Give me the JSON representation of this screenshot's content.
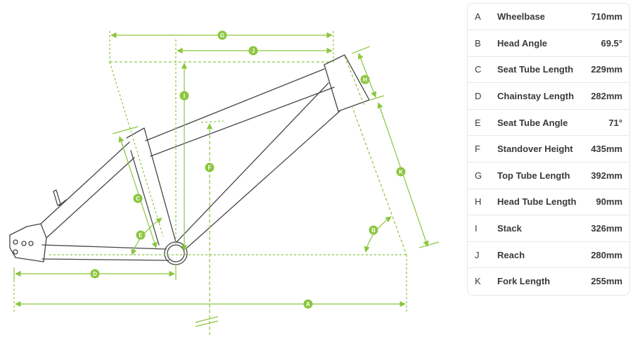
{
  "diagram": {
    "marker_labels": {
      "A": "A",
      "B": "B",
      "C": "C",
      "D": "D",
      "E": "E",
      "F": "F",
      "G": "G",
      "H": "H",
      "I": "I",
      "J": "J",
      "K": "K"
    },
    "colors": {
      "accent": "#8cc63f",
      "frame_line": "#444444"
    }
  },
  "geometry": [
    {
      "key": "A",
      "name": "Wheelbase",
      "value": "710mm"
    },
    {
      "key": "B",
      "name": "Head Angle",
      "value": "69.5°"
    },
    {
      "key": "C",
      "name": "Seat Tube Length",
      "value": "229mm"
    },
    {
      "key": "D",
      "name": "Chainstay Length",
      "value": "282mm"
    },
    {
      "key": "E",
      "name": "Seat Tube Angle",
      "value": "71°"
    },
    {
      "key": "F",
      "name": "Standover Height",
      "value": "435mm"
    },
    {
      "key": "G",
      "name": "Top Tube Length",
      "value": "392mm"
    },
    {
      "key": "H",
      "name": "Head Tube Length",
      "value": "90mm"
    },
    {
      "key": "I",
      "name": "Stack",
      "value": "326mm"
    },
    {
      "key": "J",
      "name": "Reach",
      "value": "280mm"
    },
    {
      "key": "K",
      "name": "Fork Length",
      "value": "255mm"
    }
  ]
}
